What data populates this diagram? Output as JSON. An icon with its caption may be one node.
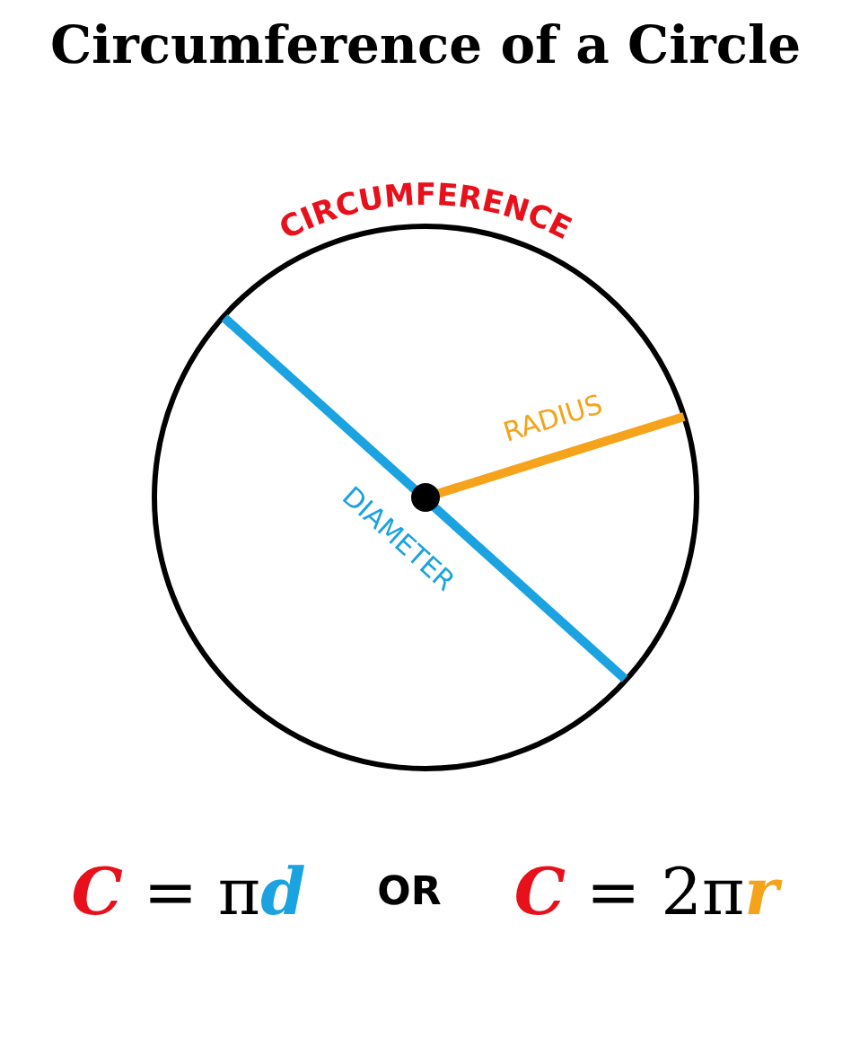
{
  "diagram": {
    "title": "Circumference of a Circle",
    "labels": [
      "CIRCUMFERENCE",
      "RADIUS",
      "DIAMETER",
      "C = πd",
      "OR",
      "C = 2πr"
    ]
  }
}
